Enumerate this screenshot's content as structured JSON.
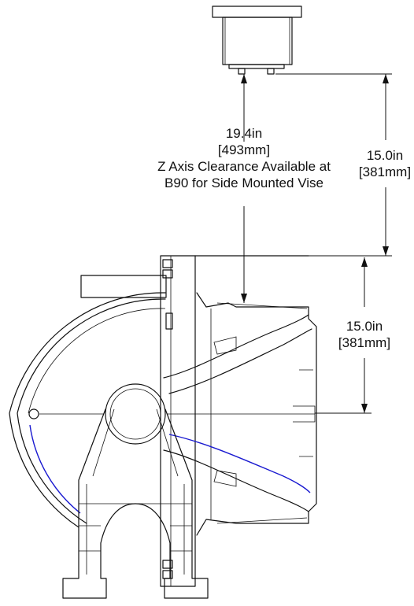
{
  "dimensions": {
    "center_clearance": {
      "imperial": "19.4in",
      "metric": "[493mm]",
      "note_line1": "Z Axis Clearance Available at",
      "note_line2": "B90 for Side Mounted Vise"
    },
    "upper_right": {
      "imperial": "15.0in",
      "metric": "[381mm]"
    },
    "lower_right": {
      "imperial": "15.0in",
      "metric": "[381mm]"
    }
  },
  "colors": {
    "line": "#111111",
    "accent": "#1a1ad0",
    "background": "#ffffff"
  }
}
